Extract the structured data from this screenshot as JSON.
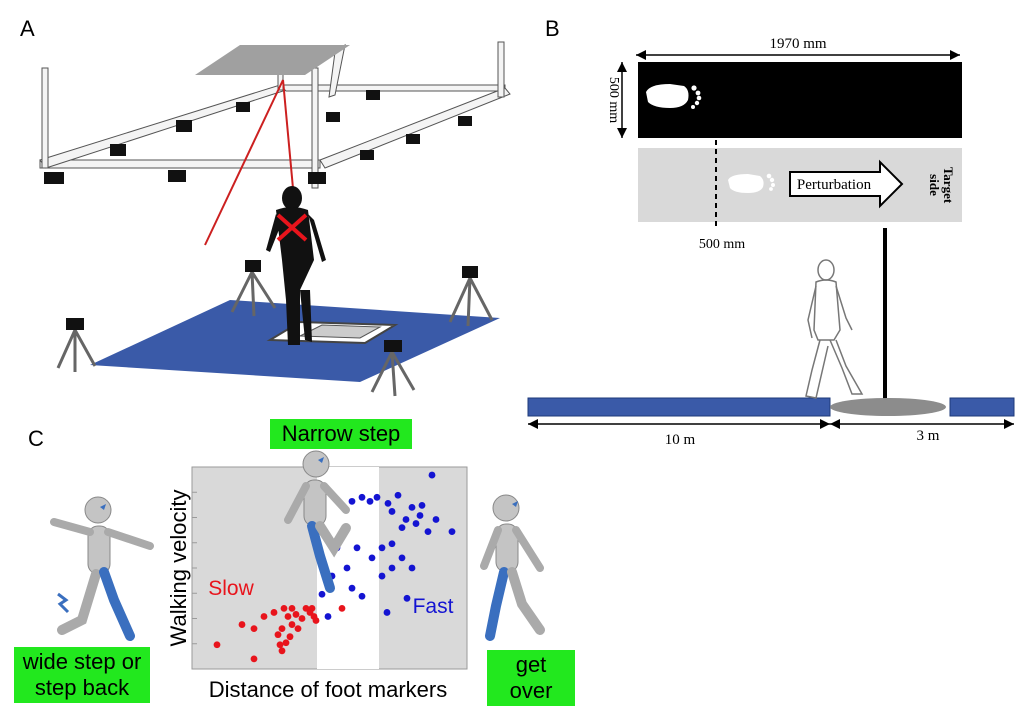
{
  "panels": {
    "a": "A",
    "b": "B",
    "c": "C"
  },
  "panel_b": {
    "width_label": "1970 mm",
    "height_label": "500 mm",
    "offset_label": "500 mm",
    "perturbation_label": "Perturbation",
    "target_label_1": "Target",
    "target_label_2": "side",
    "walkway_long": "10 m",
    "walkway_short": "3 m"
  },
  "panel_c": {
    "left_tag_line1": "wide step or",
    "left_tag_line2": "step back",
    "top_tag": "Narrow step",
    "right_tag": "get over",
    "slow_label": "Slow",
    "fast_label": "Fast",
    "colors": {
      "slow": "#e8141c",
      "fast": "#1414d2",
      "tag": "#22e81e"
    }
  },
  "chart_data": {
    "type": "scatter",
    "title": "",
    "xlabel": "Distance of foot markers",
    "ylabel": "Walking velocity",
    "grid": false,
    "series": [
      {
        "name": "Slow",
        "color": "#e8141c",
        "points": [
          [
            0.25,
            0.12
          ],
          [
            0.62,
            0.05
          ],
          [
            0.5,
            0.22
          ],
          [
            0.62,
            0.2
          ],
          [
            0.72,
            0.26
          ],
          [
            0.82,
            0.28
          ],
          [
            0.92,
            0.3
          ],
          [
            0.9,
            0.2
          ],
          [
            0.86,
            0.17
          ],
          [
            0.88,
            0.12
          ],
          [
            0.9,
            0.09
          ],
          [
            0.94,
            0.13
          ],
          [
            0.98,
            0.16
          ],
          [
            1.0,
            0.22
          ],
          [
            1.04,
            0.27
          ],
          [
            1.06,
            0.2
          ],
          [
            0.96,
            0.26
          ],
          [
            1.1,
            0.25
          ],
          [
            1.14,
            0.3
          ],
          [
            1.18,
            0.28
          ],
          [
            1.22,
            0.26
          ],
          [
            1.2,
            0.3
          ],
          [
            1.24,
            0.24
          ],
          [
            1.0,
            0.3
          ],
          [
            1.5,
            0.3
          ]
        ]
      },
      {
        "name": "Fast",
        "color": "#1414d2",
        "points": [
          [
            1.3,
            0.37
          ],
          [
            1.36,
            0.26
          ],
          [
            1.6,
            0.83
          ],
          [
            1.7,
            0.85
          ],
          [
            1.78,
            0.83
          ],
          [
            1.85,
            0.85
          ],
          [
            1.96,
            0.82
          ],
          [
            2.0,
            0.78
          ],
          [
            2.06,
            0.86
          ],
          [
            2.1,
            0.7
          ],
          [
            2.14,
            0.74
          ],
          [
            2.2,
            0.8
          ],
          [
            2.24,
            0.72
          ],
          [
            2.28,
            0.76
          ],
          [
            2.3,
            0.81
          ],
          [
            2.4,
            0.96
          ],
          [
            2.36,
            0.68
          ],
          [
            2.44,
            0.74
          ],
          [
            2.6,
            0.68
          ],
          [
            1.55,
            0.5
          ],
          [
            1.65,
            0.6
          ],
          [
            1.8,
            0.55
          ],
          [
            1.9,
            0.6
          ],
          [
            2.0,
            0.5
          ],
          [
            2.1,
            0.55
          ],
          [
            2.2,
            0.5
          ],
          [
            2.0,
            0.62
          ],
          [
            1.9,
            0.46
          ],
          [
            1.6,
            0.4
          ],
          [
            1.7,
            0.36
          ],
          [
            2.15,
            0.35
          ],
          [
            1.95,
            0.28
          ],
          [
            1.45,
            0.6
          ],
          [
            1.4,
            0.46
          ]
        ]
      }
    ]
  }
}
